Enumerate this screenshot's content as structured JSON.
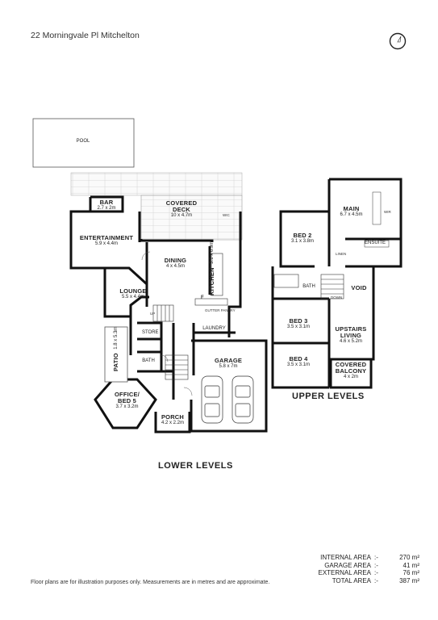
{
  "header": {
    "address": "22 Morningvale Pl Mitchelton"
  },
  "icons": {
    "compass": "north-arrow-icon"
  },
  "lower": {
    "pool": {
      "name": "POOL"
    },
    "bar": {
      "name": "BAR",
      "dims": "2.7 x 2m"
    },
    "covered_deck": {
      "name": "COVERED\nDECK",
      "dims": "10 x 4.7m"
    },
    "entertainment": {
      "name": "ENTERTAINMENT",
      "dims": "5.9 x 4.4m"
    },
    "dining": {
      "name": "DINING",
      "dims": "4 x 4.5m"
    },
    "kitchen": {
      "name": "KITCHEN",
      "dims": "3.1 x 6.9m"
    },
    "lounge": {
      "name": "LOUNGE",
      "dims": "5.5 x 4.4m"
    },
    "store": {
      "name": "STORE"
    },
    "bath": {
      "name": "BATH"
    },
    "laundry": {
      "name": "LAUNDRY"
    },
    "patio": {
      "name": "PATIO",
      "dims": "1.8 x 5.3m"
    },
    "office": {
      "name": "OFFICE/\nBED 5",
      "dims": "3.7 x 3.2m"
    },
    "porch": {
      "name": "PORCH",
      "dims": "4.2 x 2.2m"
    },
    "garage": {
      "name": "GARAGE",
      "dims": "5.8 x 7m"
    },
    "wic": "WIC",
    "gutter_pantry": "GUTTER PANTRY",
    "up": "UP",
    "f": "F",
    "label": "LOWER LEVELS"
  },
  "upper": {
    "main": {
      "name": "MAIN",
      "dims": "6.7 x 4.5m"
    },
    "wir": "WIR",
    "ensuite": {
      "name": "ENSUITE"
    },
    "linen": "LINEN",
    "bed2": {
      "name": "BED 2",
      "dims": "3.1 x 3.8m"
    },
    "bath": {
      "name": "BATH"
    },
    "void": {
      "name": "VOID"
    },
    "bed3": {
      "name": "BED 3",
      "dims": "3.5 x 3.1m"
    },
    "upstairs_living": {
      "name": "UPSTAIRS\nLIVING",
      "dims": "4.6 x 5.2m"
    },
    "bed4": {
      "name": "BED 4",
      "dims": "3.5 x 3.1m"
    },
    "covered_balcony": {
      "name": "COVERED\nBALCONY",
      "dims": "4 x 2m"
    },
    "down": "DOWN",
    "label": "UPPER LEVELS"
  },
  "areas": [
    {
      "label": "INTERNAL AREA",
      "sep": ":-",
      "value": "270 m²"
    },
    {
      "label": "GARAGE AREA",
      "sep": ":-",
      "value": "41 m²"
    },
    {
      "label": "EXTERNAL AREA",
      "sep": ":-",
      "value": "76 m²"
    },
    {
      "label": "TOTAL AREA",
      "sep": ":-",
      "value": "387 m²"
    }
  ],
  "footer": {
    "disclaimer": "Floor plans are for illustration purposes only. Measurements are in metres and are approximate."
  }
}
